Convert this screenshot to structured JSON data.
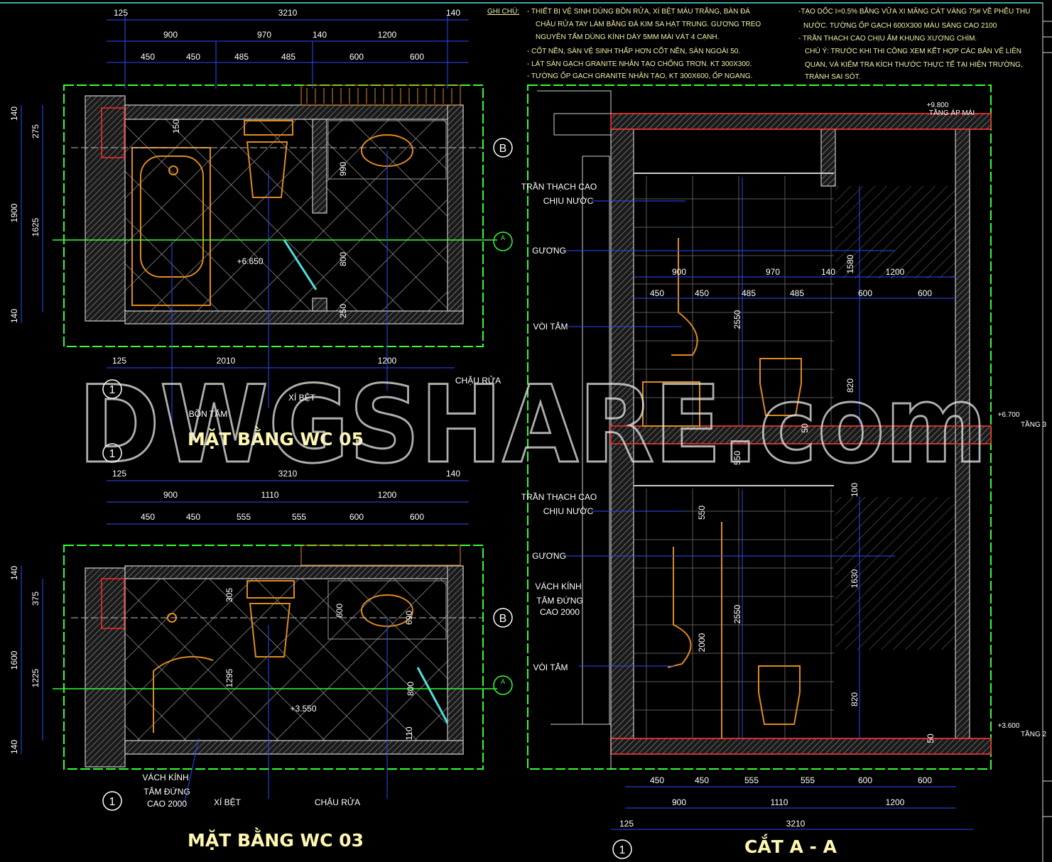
{
  "notes": {
    "heading": "GHI CHÚ:",
    "left": [
      "- THIẾT BỊ VỆ SINH DÙNG BỒN RỬA, XÍ BỆT MÀU TRẮNG, BÀN ĐÁ",
      "CHẬU RỬA TAY LÀM BẰNG ĐÁ KIM SA HẠT TRUNG. GƯƠNG TREO",
      "NGUYÊN TẤM DÙNG KÍNH DÀY 5MM MÀI VÁT 4 CẠNH.",
      "- CỐT NỀN, SÀN VỆ SINH THẤP HƠN CỐT NỀN, SÀN NGOÀI 50.",
      "- LÁT SÀN GẠCH GRANITE NHÂN TẠO CHỐNG TRƠN. KT 300X300.",
      "- TƯỜNG ỐP GẠCH GRANITE NHÂN TẠO, KT 300X600, ỐP NGANG."
    ],
    "right": [
      "-TẠO DỐC I=0.5% BẰNG VỮA XI MĂNG CÁT VÀNG 75# VỀ PHỄU THU",
      "NƯỚC. TƯỜNG ỐP GẠCH 600X300 MÀU SÁNG CAO 2100",
      "- TRẦN THẠCH CAO CHỊU ẨM KHUNG XƯƠNG CHÌM.",
      "CHÚ Ý: TRƯỚC KHI THI CÔNG XEM KẾT HỢP CÁC BẢN VẼ LIÊN",
      "QUAN, VÀ KIỂM TRA KÍCH THƯỚC THỰC TẾ TẠI HIỆN TRƯỜNG,",
      "TRÁNH SAI SÓT."
    ]
  },
  "wc05": {
    "title": "MẶT BẰNG WC 05",
    "top_dims": [
      "125",
      "3210",
      "140",
      "900",
      "970",
      "140",
      "1200",
      "450",
      "450",
      "485",
      "485",
      "600",
      "600"
    ],
    "left_dims": [
      "140",
      "275",
      "1900",
      "1625",
      "140"
    ],
    "inner_dims": [
      "150",
      "990",
      "800",
      "250"
    ],
    "bottom_dims": [
      "125",
      "2010",
      "1200"
    ],
    "level": "+6.650",
    "labels": [
      "CHẬU RỬA",
      "XÍ BỆT",
      "BỒN TẮM"
    ]
  },
  "wc03": {
    "title": "MẶT BẰNG WC 03",
    "top_dims": [
      "125",
      "3210",
      "140",
      "900",
      "1110",
      "1200",
      "450",
      "450",
      "555",
      "555",
      "600",
      "600"
    ],
    "left_dims": [
      "140",
      "375",
      "1600",
      "1225",
      "140"
    ],
    "inner_dims": [
      "305",
      "600",
      "690",
      "1295",
      "800",
      "110"
    ],
    "level": "+3.550",
    "labels": [
      "VÁCH KÍNH",
      "TẮM ĐỨNG",
      "CAO 2000",
      "XÍ BỆT",
      "CHẬU RỬA"
    ]
  },
  "section": {
    "title": "CẮT A - A",
    "labels": [
      "TRẦN THẠCH CAO",
      "CHỊU NƯỚC",
      "GƯƠNG",
      "VÒI TẮM",
      "TRẦN THẠCH CAO",
      "CHỊU NƯỚC",
      "GƯƠNG",
      "VÁCH KÍNH",
      "TẮM ĐỨNG",
      "CAO 2000",
      "VÒI TẮM"
    ],
    "inner_dims": [
      "900",
      "970",
      "140",
      "1200",
      "450",
      "450",
      "485",
      "485",
      "600",
      "600",
      "1580",
      "2550",
      "820",
      "50",
      "550",
      "100",
      "550",
      "1630",
      "2550",
      "2000",
      "820",
      "50"
    ],
    "levels": [
      "+9.800",
      "TẦNG ÁP MÁI",
      "+6.700",
      "TẦNG 3",
      "+3.600",
      "TẦNG 2"
    ],
    "bottom_dims": [
      "450",
      "450",
      "555",
      "555",
      "600",
      "600",
      "900",
      "1110",
      "1200",
      "125",
      "3210"
    ]
  },
  "bubbles": {
    "one": "1",
    "b": "B",
    "a": "A"
  },
  "watermark": "DWGSHARE.com"
}
